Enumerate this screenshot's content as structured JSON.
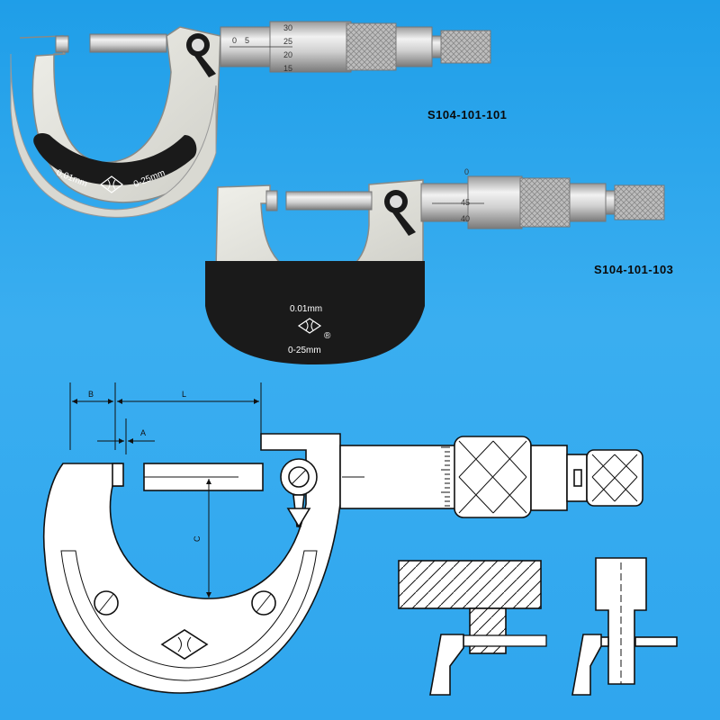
{
  "products": [
    {
      "model": "S104-101-101",
      "resolution": "0.01mm",
      "range": "0-25mm",
      "thimble_scale": [
        "30",
        "25",
        "20",
        "15"
      ],
      "sleeve_scale": [
        "0",
        "5"
      ]
    },
    {
      "model": "S104-101-103",
      "resolution": "0.01mm",
      "range": "0-25mm",
      "registered_mark": "®",
      "thimble_scale": [
        "0",
        "45",
        "40"
      ]
    }
  ],
  "drawing": {
    "dimensions": {
      "b": "B",
      "l": "L",
      "a": "A",
      "c": "C"
    }
  },
  "colors": {
    "background": "#2aa6ee",
    "frame_body": "#e2e2dc",
    "frame_plate": "#1a1a1a",
    "drawing_ink": "#111111"
  }
}
